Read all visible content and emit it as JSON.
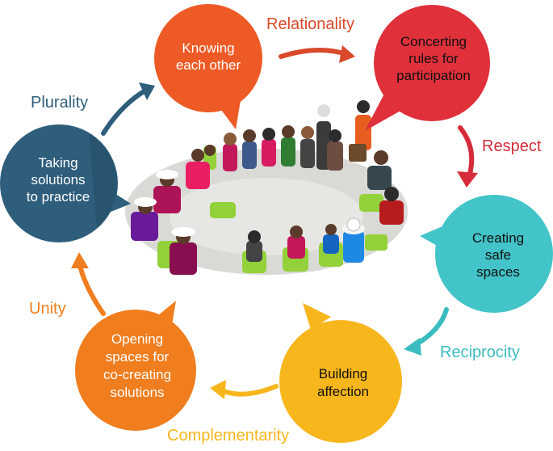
{
  "colors": {
    "orange_red": "#ee5a25",
    "crimson": "#e0303a",
    "teal": "#2e5e7c",
    "cyan": "#42c4c8",
    "yellow": "#f7b61c",
    "orange": "#f07d1e",
    "photo_floor": "#d9d9d5",
    "chair_green": "#93d13a"
  },
  "bubbles": {
    "knowing": {
      "line1": "Knowing",
      "line2": "each other"
    },
    "concerting": {
      "line1": "Concerting",
      "line2": "rules for",
      "line3": "participation"
    },
    "creating": {
      "line1": "Creating",
      "line2": "safe",
      "line3": "spaces"
    },
    "building": {
      "line1": "Building",
      "line2": "affection"
    },
    "opening": {
      "line1": "Opening",
      "line2": "spaces for",
      "line3": "co-creating",
      "line4": "solutions"
    },
    "taking": {
      "line1": "Taking",
      "line2": "solutions",
      "line3": "to practice"
    }
  },
  "values": {
    "relationality": "Relationality",
    "respect": "Respect",
    "reciprocity": "Reciprocity",
    "complementarity": "Complementarity",
    "unity": "Unity",
    "plurality": "Plurality"
  }
}
